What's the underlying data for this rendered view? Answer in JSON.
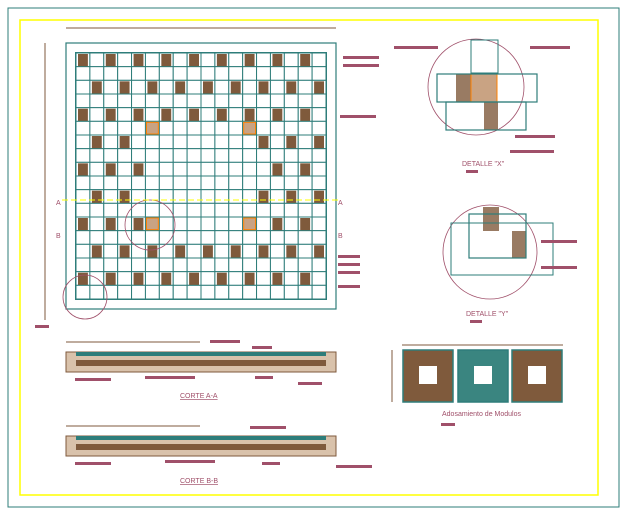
{
  "drawing": {
    "detail_x_title": "DETALLE \"X\"",
    "detail_y_title": "DETALLE \"Y\"",
    "section_a_title": "CORTE A-A",
    "section_b_title": "CORTE B-B",
    "modules_title": "Adosamiento de Modulos",
    "section_marker_a": "A",
    "section_marker_b": "B"
  },
  "colors": {
    "frame": "#2e7d7a",
    "border": "#ffff00",
    "brick": "#7f5a3c",
    "annotation": "#a0506a",
    "dimension": "#7f5a3c",
    "highlight": "#ff8000"
  }
}
